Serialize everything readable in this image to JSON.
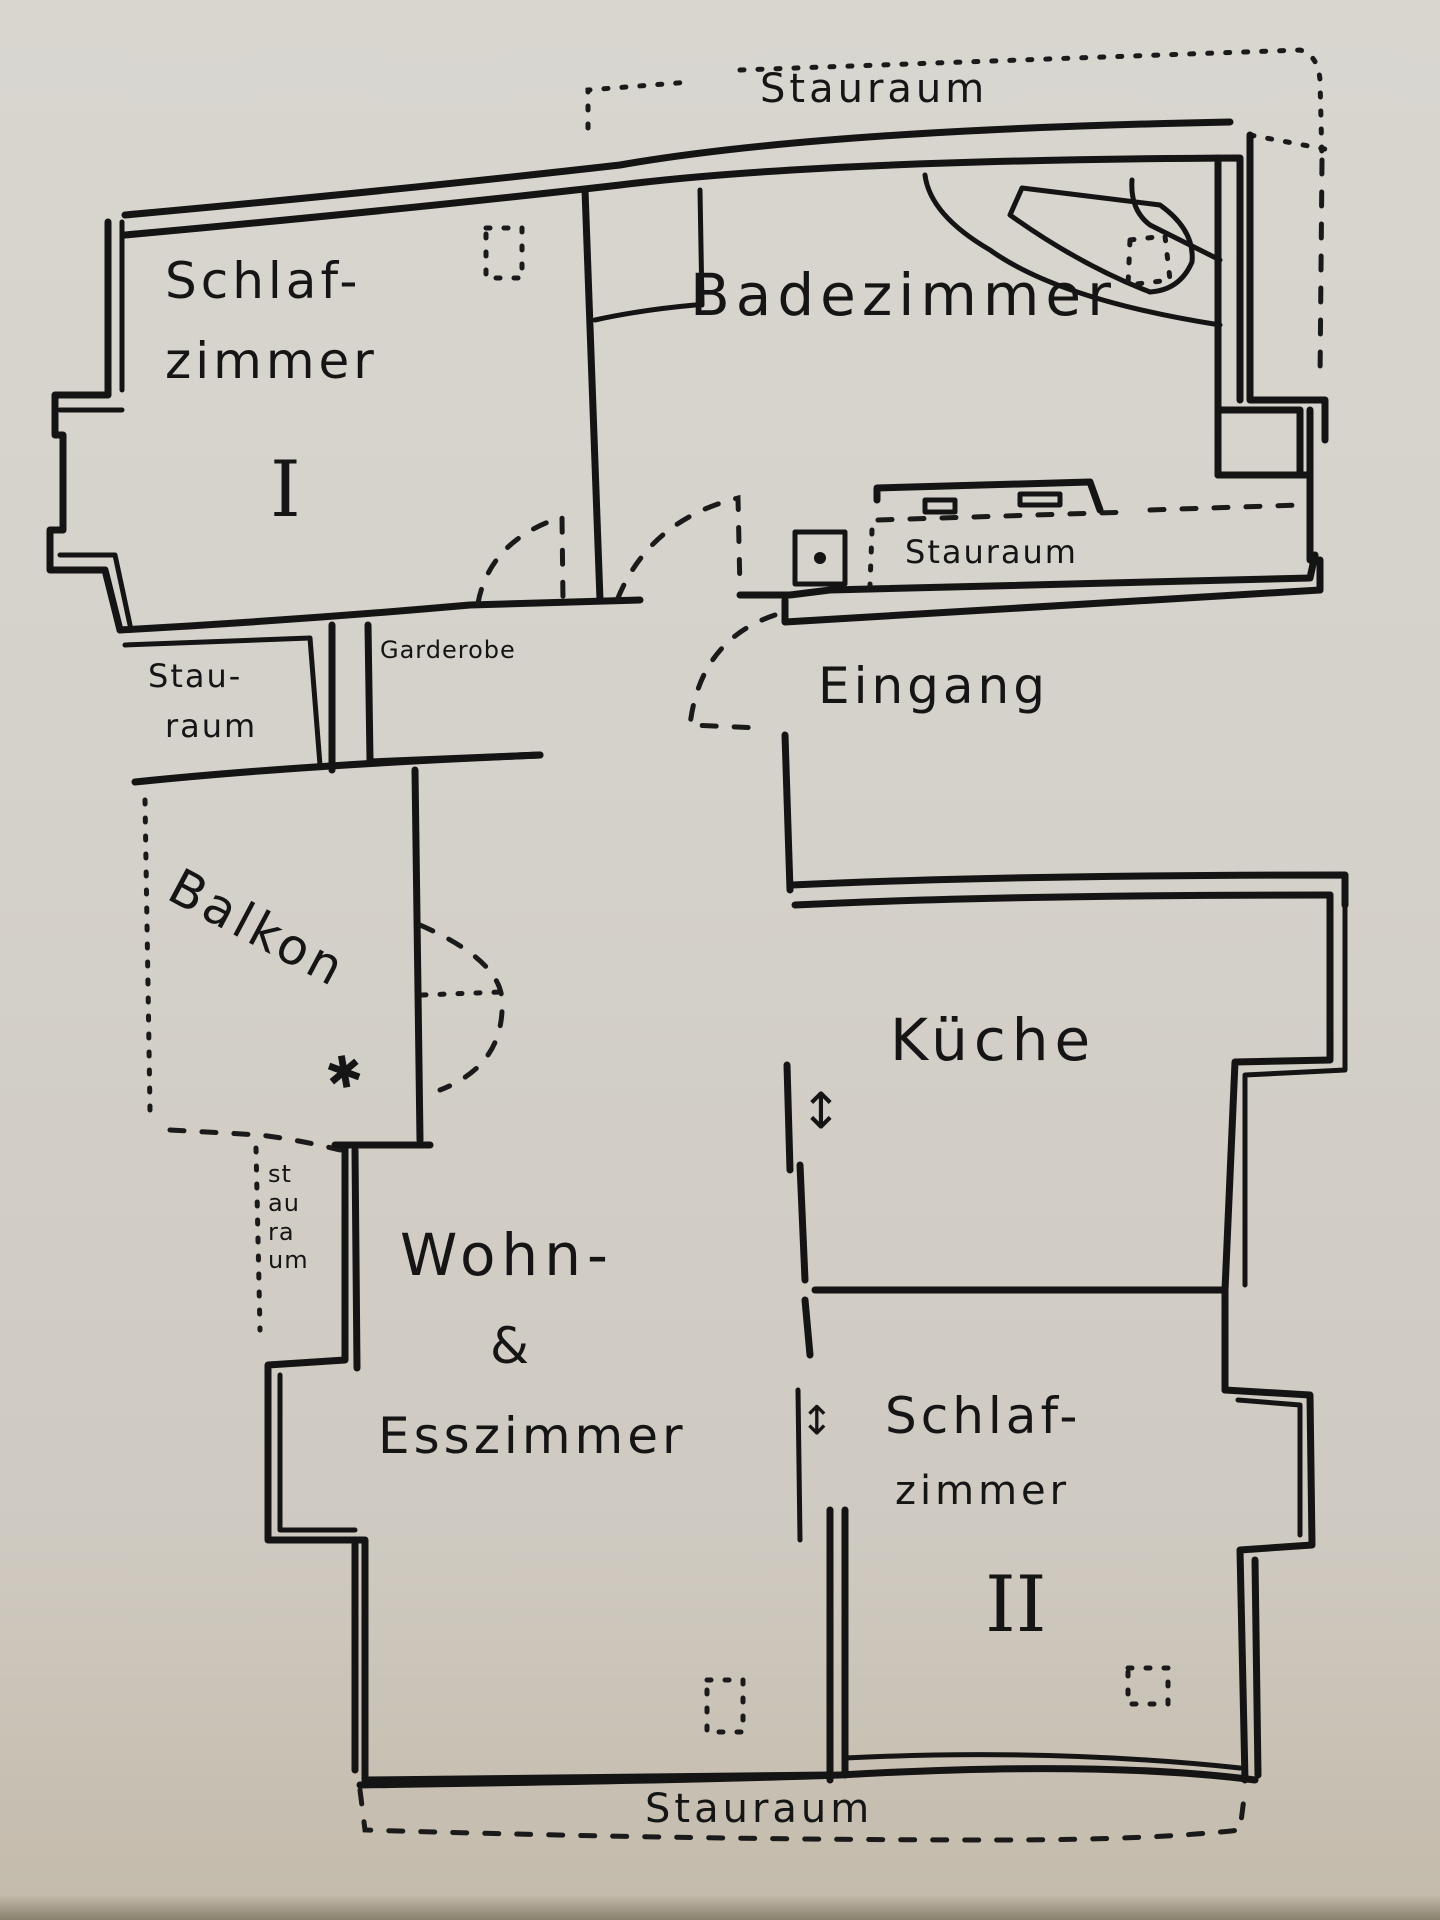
{
  "plan": {
    "title": "Hand-drawn apartment floor plan",
    "paper_color": "#d6d3cd",
    "ink_color": "#141414"
  },
  "rooms": {
    "schlafzimmer_1": {
      "line1": "Schlaf-",
      "line2": "zimmer",
      "number": "I"
    },
    "badezimmer": {
      "label": "Badezimmer"
    },
    "staurraum_top": {
      "label": "Stauraum"
    },
    "staurraum_bath": {
      "label": "Stauraum"
    },
    "staurraum_left": {
      "line1": "Stau-",
      "line2": "raum"
    },
    "garderobe": {
      "label": "Garderobe"
    },
    "eingang": {
      "label": "Eingang"
    },
    "balkon": {
      "label": "Balkon"
    },
    "staurraum_vertical": {
      "lines": [
        "st",
        "au",
        "ra",
        "um"
      ]
    },
    "kueche": {
      "label": "Küche"
    },
    "wohn_esszimmer": {
      "line1": "Wohn-",
      "line2": "&",
      "line3": "Esszimmer"
    },
    "schlafzimmer_2": {
      "line1": "Schlaf-",
      "line2": "zimmer",
      "number": "II"
    },
    "staurraum_bottom": {
      "label": "Stauraum"
    }
  },
  "symbols": {
    "sliding_door_arrow": "↕",
    "plant": "✱",
    "outlet": "◉"
  }
}
